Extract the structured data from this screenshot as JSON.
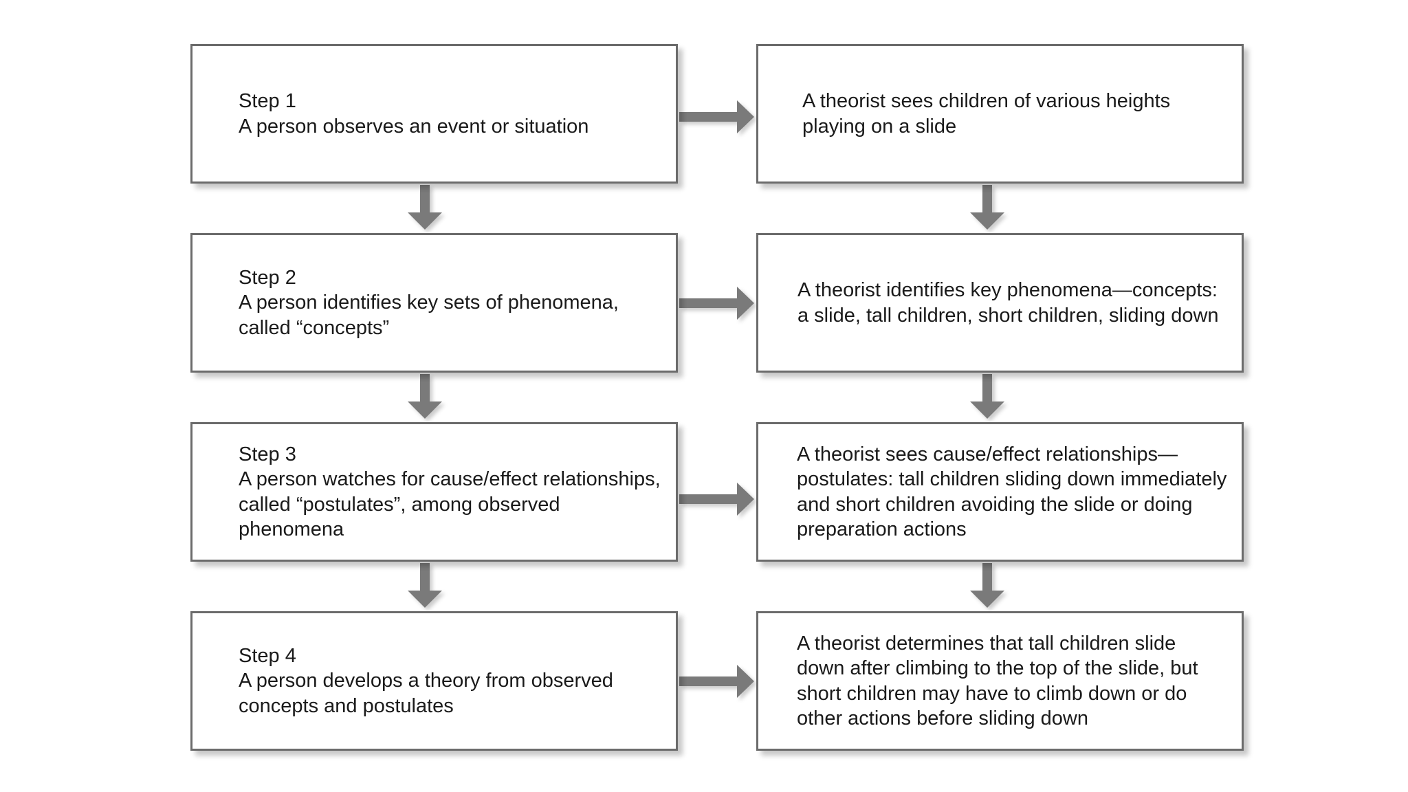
{
  "flowchart": {
    "steps": [
      {
        "label": "Step 1",
        "description": "A person observes an event or situation",
        "example": "A theorist sees children of various heights playing on a slide"
      },
      {
        "label": "Step 2",
        "description": "A person identifies key sets of phenomena, called “concepts”",
        "example": "A theorist identifies key phenomena—concepts: a slide, tall children, short children, sliding down"
      },
      {
        "label": "Step 3",
        "description": "A person watches for cause/effect relationships, called “postulates”, among observed phenomena",
        "example": "A theorist sees cause/effect relationships—postulates: tall children sliding down immediately and short children avoiding the slide or doing preparation actions"
      },
      {
        "label": "Step 4",
        "description": "A person develops a theory from observed concepts and postulates",
        "example": "A theorist determines that tall children slide down after climbing to the top of the slide, but short children may have to climb down or do other actions before sliding down"
      }
    ]
  },
  "colors": {
    "box_border": "#6b6b6b",
    "arrow": "#7a7a7a",
    "text": "#1a1a1a",
    "background": "#ffffff"
  }
}
